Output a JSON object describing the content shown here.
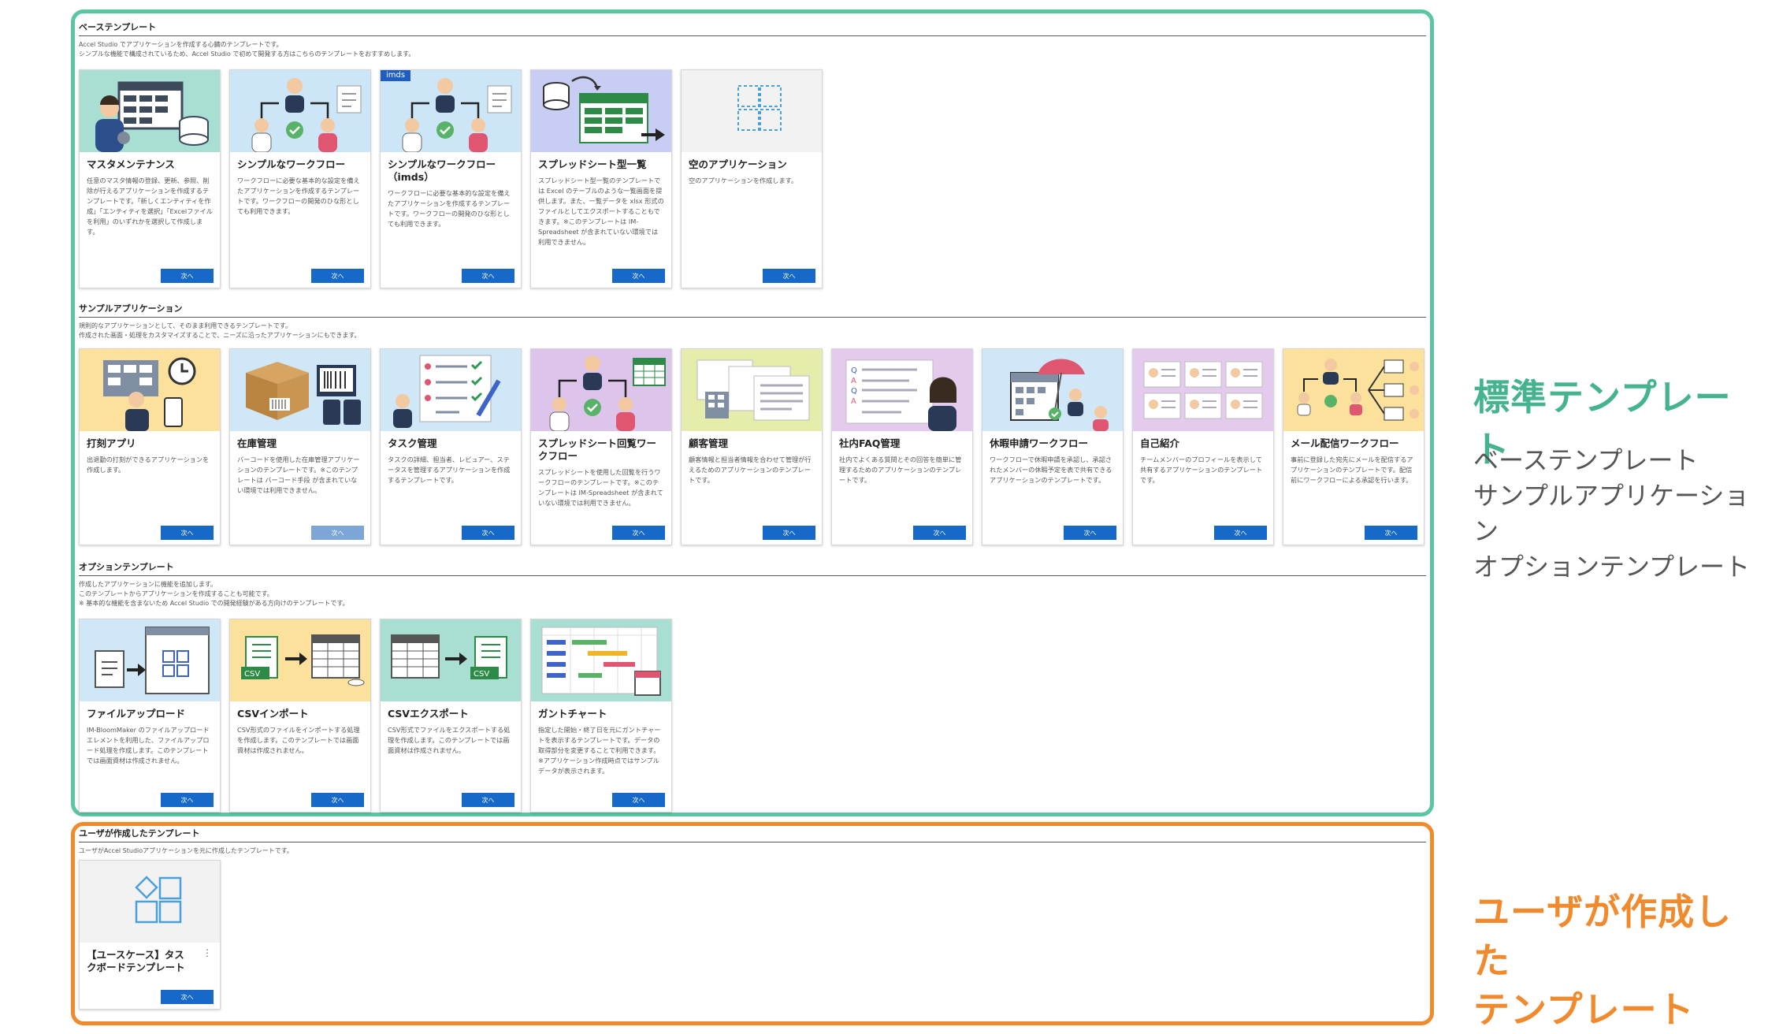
{
  "colors": {
    "accent_green": "#5cc6a4",
    "accent_orange": "#f08a2c",
    "button_blue": "#1769c9"
  },
  "base_section": {
    "title": "ベーステンプレート",
    "description": "Accel Studio でアプリケーションを作成する心臓のテンプレートです。\nシンプルな機能で構成されているため、Accel Studio で初めて開発する方はこちらのテンプレートをおすすめします。",
    "cards": [
      {
        "title": "マスタメンテナンス",
        "desc": "任意のマスタ情報の登録、更新、参照、削除が行えるアプリケーションを作成するテンプレートです。「新しくエンティティを作成」「エンティティを選択」「Excelファイルを利用」のいずれかを選択して作成します。",
        "button": "次へ"
      },
      {
        "title": "シンプルなワークフロー",
        "desc": "ワークフローに必要な基本的な設定を備えたアプリケーションを作成するテンプレートです。ワークフローの開発のひな形としても利用できます。",
        "button": "次へ"
      },
      {
        "title": "シンプルなワークフロー\n（imds）",
        "badge": "imds",
        "desc": "ワークフローに必要な基本的な設定を備えたアプリケーションを作成するテンプレートです。ワークフローの開発のひな形としても利用できます。",
        "button": "次へ"
      },
      {
        "title": "スプレッドシート型一覧",
        "desc": "スプレッドシート型一覧のテンプレートでは Excel のテーブルのような一覧画面を提供します。また、一覧データを xlsx 形式のファイルとしてエクスポートすることもできます。※このテンプレートは IM-Spreadsheet が含まれていない環境では利用できません。",
        "button": "次へ"
      },
      {
        "title": "空のアプリケーション",
        "desc": "空のアプリケーションを作成します。",
        "button": "次へ"
      }
    ]
  },
  "sample_section": {
    "title": "サンプルアプリケーション",
    "description": "規則的なアプリケーションとして、そのまま利用できるテンプレートです。\n作成された画面・処理をカスタマイズすることで、ニーズに沿ったアプリケーションにもできます。",
    "cards": [
      {
        "title": "打刻アプリ",
        "desc": "出退勤の打刻ができるアプリケーションを作成します。",
        "button": "次へ"
      },
      {
        "title": "在庫管理",
        "desc": "バーコードを使用した在庫管理アプリケーションのテンプレートです。※このテンプレートは バーコード手段 が含まれていない環境では利用できません。",
        "button": "次へ",
        "disabled": true
      },
      {
        "title": "タスク管理",
        "desc": "タスクの詳細、担当者、レビュアー、ステータスを管理するアプリケーションを作成するテンプレートです。",
        "button": "次へ"
      },
      {
        "title": "スプレッドシート回覧ワー\nクフロー",
        "desc": "スプレッドシートを使用した回覧を行うワークフローのテンプレートです。※このテンプレートは IM-Spreadsheet が含まれていない環境では利用できません。",
        "button": "次へ"
      },
      {
        "title": "顧客管理",
        "desc": "顧客情報と担当者情報を合わせて管理が行えるためのアプリケーションのテンプレートです。",
        "button": "次へ"
      },
      {
        "title": "社内FAQ管理",
        "desc": "社内でよくある質問とその回答を簡単に管理するためのアプリケーションのテンプレートです。",
        "button": "次へ"
      },
      {
        "title": "休暇申請ワークフロー",
        "desc": "ワークフローで休暇申請を承認し、承認されたメンバーの休暇予定を表で共有できるアプリケーションのテンプレートです。",
        "button": "次へ"
      },
      {
        "title": "自己紹介",
        "desc": "チームメンバーのプロフィールを表示して共有するアプリケーションのテンプレートです。",
        "button": "次へ"
      },
      {
        "title": "メール配信ワークフロー",
        "desc": "事前に登録した宛先にメールを配信するアプリケーションのテンプレートです。配信前にワークフローによる承認を行います。",
        "button": "次へ"
      }
    ]
  },
  "option_section": {
    "title": "オプションテンプレート",
    "description": "作成したアプリケーションに機能を追加します。\nこのテンプレートからアプリケーションを作成することも可能です。\n※ 基本的な機能を含まないため Accel Studio での開発経験がある方向けのテンプレートです。",
    "cards": [
      {
        "title": "ファイルアップロード",
        "desc": "IM-BloomMaker のファイルアップロードエレメントを利用した、ファイルアップロード処理を作成します。このテンプレートでは画面資材は作成されません。",
        "button": "次へ"
      },
      {
        "title": "CSVインポート",
        "desc": "CSV形式のファイルをインポートする処理を作成します。このテンプレートでは画面資材は作成されません。",
        "button": "次へ"
      },
      {
        "title": "CSVエクスポート",
        "desc": "CSV形式でファイルをエクスポートする処理を作成します。このテンプレートでは画面資材は作成されません。",
        "button": "次へ"
      },
      {
        "title": "ガントチャート",
        "desc": "指定した開始・終了日を元にガントチャートを表示するテンプレートです。データの取得部分を変更することで利用できます。※アプリケーション作成時点ではサンプルデータが表示されます。",
        "button": "次へ"
      }
    ]
  },
  "user_section": {
    "title": "ユーザが作成したテンプレート",
    "description": "ユーザがAccel Studioアプリケーションを元に作成したテンプレートです。",
    "cards": [
      {
        "title": "【ユースケース】タス\nクボードテンプレート",
        "desc": "",
        "button": "次へ"
      }
    ]
  },
  "side": {
    "standard_label": "標準テンプレート",
    "standard_items": [
      "ベーステンプレート",
      "サンプルアプリケーション",
      "オプションテンプレート"
    ],
    "user_label": "ユーザが作成した\nテンプレート"
  }
}
